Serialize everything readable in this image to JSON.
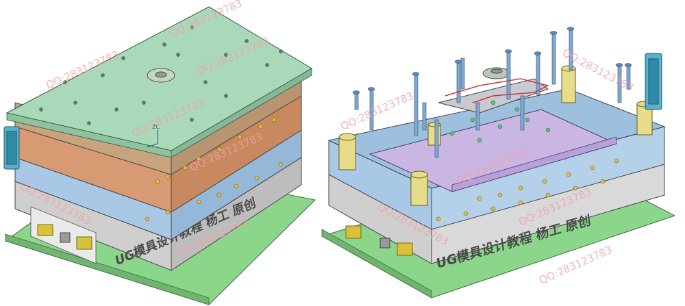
{
  "banner_text": "UG模具设计教程 杨工 原创",
  "watermark_text": "QQ:283123783",
  "axis_label": "ZC",
  "colors": {
    "top_plate": "#a9d9b8",
    "orange_plate": "#d79a72",
    "blue_plate": "#a8c8e6",
    "grey_block": "#d6d6d6",
    "base_plate": "#8cd68c",
    "spring": "#d8c23a",
    "pin_green": "#5bbf7a",
    "pin_blue": "#7fa9d0",
    "cavity_purple": "#c9b6e3",
    "watermark": "#f2a1a8"
  }
}
